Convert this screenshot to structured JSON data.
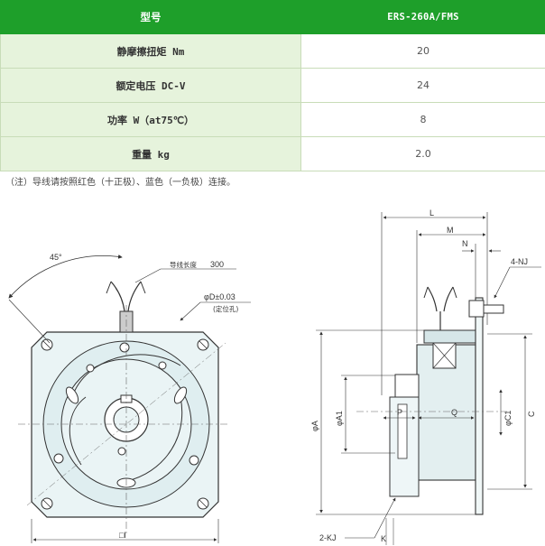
{
  "table": {
    "header": {
      "col1": "型号",
      "col2": "ERS-260A/FMS"
    },
    "rows": [
      {
        "label": "静摩擦扭矩 Nm",
        "value": "20"
      },
      {
        "label": "额定电压 DC-V",
        "value": "24"
      },
      {
        "label": "功率 W（at75℃）",
        "value": "8"
      },
      {
        "label": "重量 kg",
        "value": "2.0"
      }
    ]
  },
  "note": "（注）导线请按照红色（十正极）、蓝色（一负极）连接。",
  "drawing": {
    "front": {
      "angle": "45°",
      "lead_label": "导线长度",
      "lead_value": "300",
      "diameter_label": "φD±0.03",
      "diameter_sub": "(定位孔)",
      "width_label": "□I"
    },
    "side": {
      "L": "L",
      "M": "M",
      "N": "N",
      "NJ": "4-NJ",
      "P": "P",
      "Q": "Q",
      "A": "φA",
      "A1": "φA1",
      "C": "C",
      "C1": "φC1",
      "KJ": "2-KJ",
      "K": "K"
    }
  },
  "colors": {
    "header_bg": "#1e9f2a",
    "label_bg": "#e6f3dc",
    "border": "#c8dcb8"
  }
}
